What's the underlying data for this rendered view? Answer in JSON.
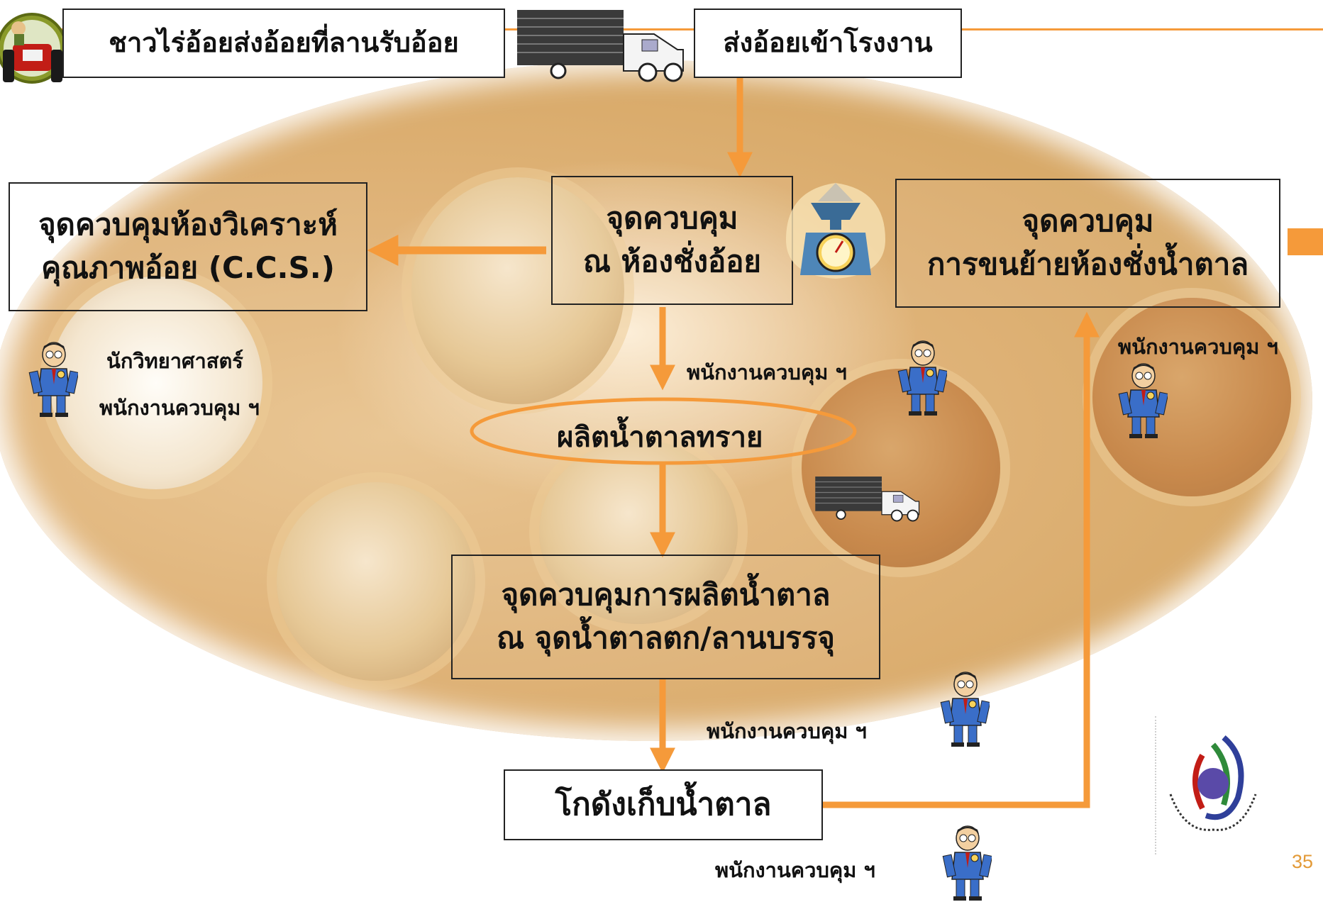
{
  "colors": {
    "accent": "#f59a3a",
    "oval": "#e0b47a",
    "border": "#222222",
    "page_number": "#e39a37"
  },
  "top": {
    "farmer_label": "ชาวไร่อ้อยส่งอ้อยที่ลานรับอ้อย",
    "factory_label": "ส่งอ้อยเข้าโรงงาน"
  },
  "nodes": {
    "weigh_cane": [
      "จุดควบคุม",
      "ณ ห้องชั่งอ้อย"
    ],
    "lab": [
      "จุดควบคุมห้องวิเคราะห์",
      "คุณภาพอ้อย (C.C.S.)"
    ],
    "sugar_transport": [
      "จุดควบคุม",
      "การขนย้ายห้องชั่งน้ำตาล"
    ],
    "produce": "ผลิตน้ำตาลทราย",
    "packing": [
      "จุดควบคุมการผลิตน้ำตาล",
      "ณ จุดน้ำตาลตก/ลานบรรจุ"
    ],
    "warehouse": "โกดังเก็บน้ำตาล"
  },
  "staff": {
    "scientist": "นักวิทยาศาสตร์",
    "officer_lab": "พนักงานควบคุม ฯ",
    "officer_weigh": "พนักงานควบคุม ฯ",
    "officer_transport": "พนักงานควบคุม ฯ",
    "officer_packing": "พนักงานควบคุม ฯ",
    "officer_warehouse": "พนักงานควบคุม ฯ"
  },
  "icons": [
    "tractor-badge-icon",
    "truck-icon",
    "scale-icon",
    "officer-icon",
    "ocsb-logo"
  ],
  "page_number": "35"
}
